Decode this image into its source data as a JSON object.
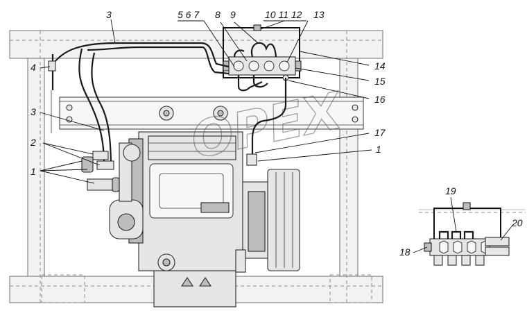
{
  "callouts": {
    "c1a": "1",
    "c1b": "1",
    "c2": "2",
    "c3a": "3",
    "c3b": "3",
    "c4": "4",
    "c567": "5 6 7",
    "c8": "8",
    "c9": "9",
    "c101112": "10 11 12",
    "c13": "13",
    "c14": "14",
    "c15": "15",
    "c16": "16",
    "c17": "17",
    "c18": "18",
    "c19": "19",
    "c20": "20"
  },
  "watermark": "OPEX",
  "icons": [
    "valve-block-icon",
    "nipple-icon",
    "bracket-icon"
  ]
}
